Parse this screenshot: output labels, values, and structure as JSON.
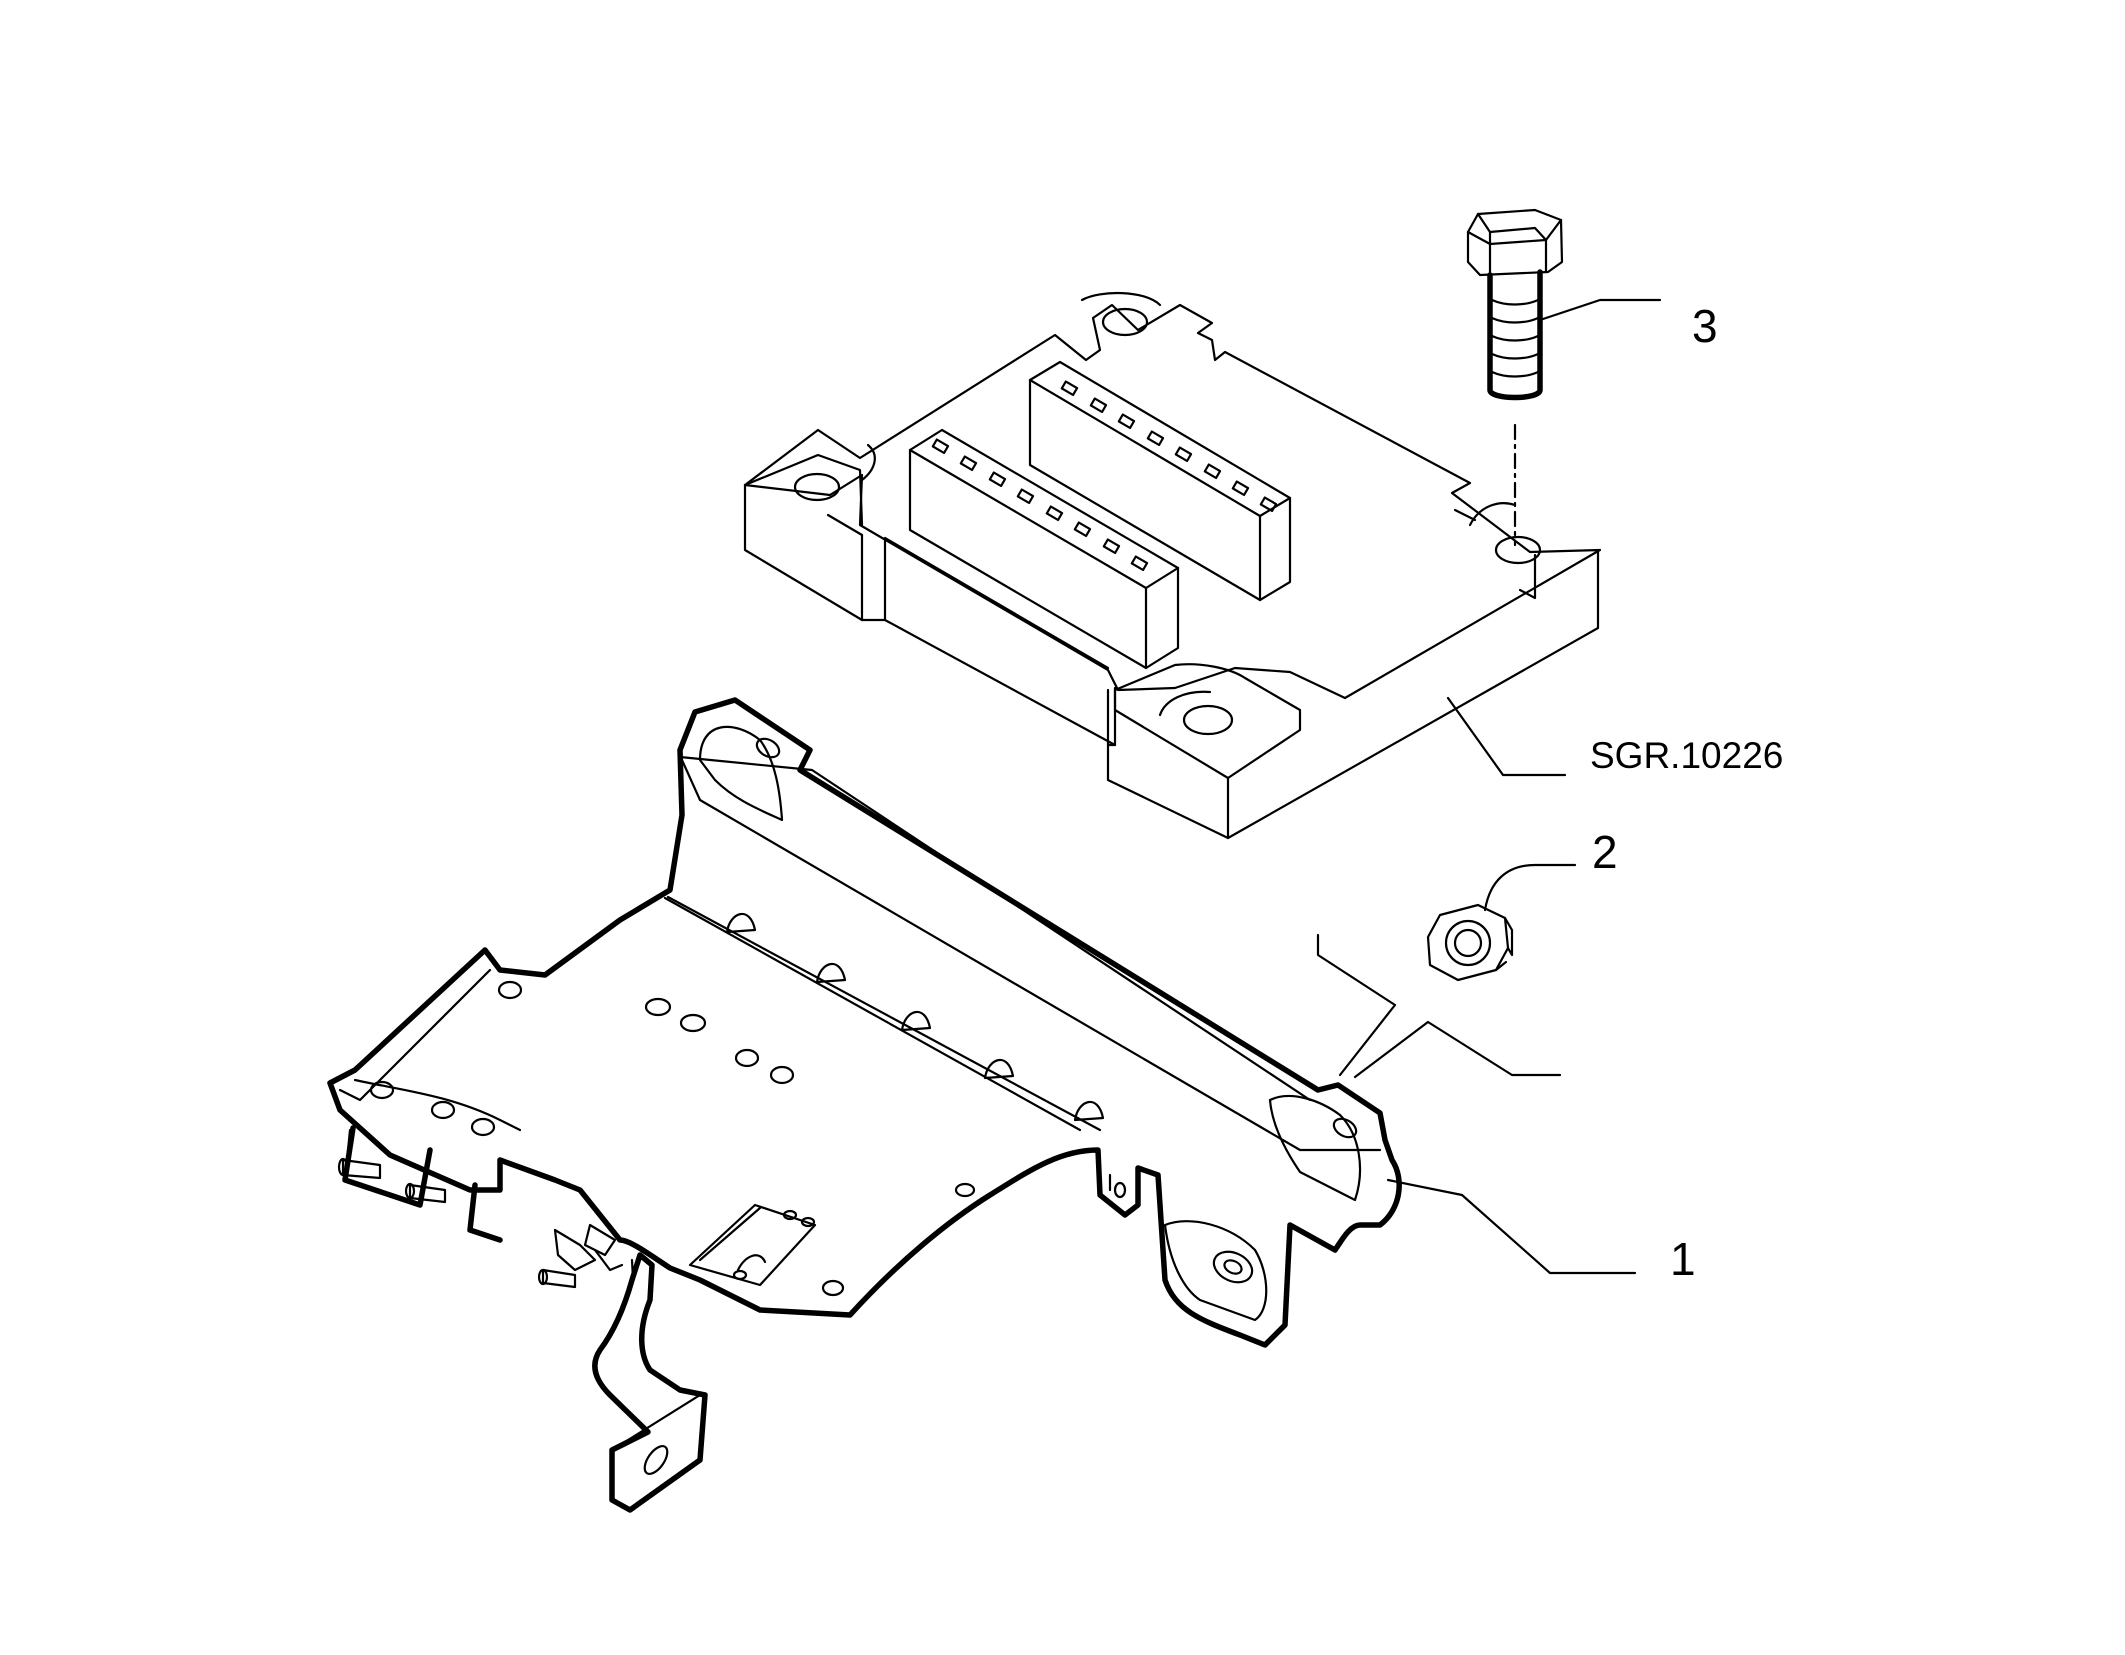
{
  "callouts": {
    "part_1": "1",
    "part_2": "2",
    "part_3": "3",
    "reference": "SGR.10226"
  },
  "colors": {
    "line": "#000000",
    "background": "#ffffff"
  }
}
